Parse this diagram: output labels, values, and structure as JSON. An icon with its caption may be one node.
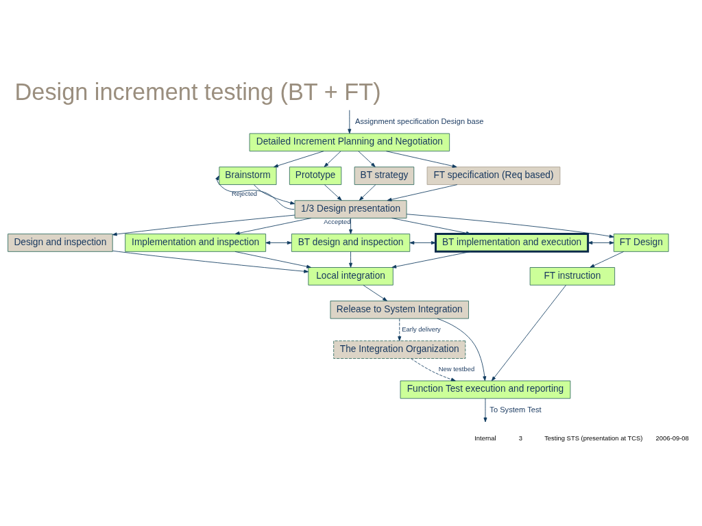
{
  "diagram": {
    "title": "Design increment testing (BT + FT)",
    "nodes": [
      {
        "text": [
          "Detailed Increment Planning and Negotiation"
        ]
      },
      {
        "text": [
          "Brainstorm"
        ]
      },
      {
        "text": [
          "Prototype"
        ]
      },
      {
        "text": [
          "BT strategy"
        ]
      },
      {
        "text": [
          "FT specification (Req based)"
        ]
      },
      {
        "text": [
          "1/3 Design presentation"
        ]
      },
      {
        "text": [
          "Design and inspection"
        ]
      },
      {
        "text": [
          "Implementation and inspection"
        ]
      },
      {
        "text": [
          "BT design and inspection"
        ]
      },
      {
        "text": [
          "BT implementation and execution"
        ]
      },
      {
        "text": [
          "FT Design"
        ]
      },
      {
        "text": [
          "Local integration"
        ]
      },
      {
        "text": [
          "FT instruction"
        ]
      },
      {
        "text": [
          "Release to System Integration"
        ]
      },
      {
        "text": [
          "The Integration Organization"
        ]
      },
      {
        "text": [
          "Function Test execution and reporting"
        ]
      }
    ],
    "edges": [
      {
        "from": null,
        "to": 0,
        "arrow": "to",
        "label": "Assignment specification Design base"
      },
      {
        "from": 0,
        "to": 1,
        "arrow": "to"
      },
      {
        "from": 0,
        "to": 2,
        "arrow": "to"
      },
      {
        "from": 0,
        "to": 3,
        "arrow": "to"
      },
      {
        "from": 0,
        "to": 4,
        "arrow": "to"
      },
      {
        "from": 1,
        "to": 5,
        "arrow": "to"
      },
      {
        "from": 2,
        "to": 5,
        "arrow": "to"
      },
      {
        "from": 3,
        "to": 5,
        "arrow": "to"
      },
      {
        "from": 4,
        "to": 5,
        "arrow": "to"
      },
      {
        "from": 5,
        "to": 1,
        "arrow": "to",
        "label": "Rejected"
      },
      {
        "from": 5,
        "to": 6,
        "arrow": "to"
      },
      {
        "from": 5,
        "to": 7,
        "arrow": "to"
      },
      {
        "from": 5,
        "to": 8,
        "arrow": "to",
        "label": "Accepted"
      },
      {
        "from": 5,
        "to": 9,
        "arrow": "to"
      },
      {
        "from": 5,
        "to": 10,
        "arrow": "to"
      },
      {
        "from": 7,
        "to": 8,
        "arrow": "both"
      },
      {
        "from": 8,
        "to": 9,
        "arrow": "both"
      },
      {
        "from": 9,
        "to": 10,
        "arrow": "both"
      },
      {
        "from": 6,
        "to": 11,
        "arrow": "to"
      },
      {
        "from": 7,
        "to": 11,
        "arrow": "to"
      },
      {
        "from": 8,
        "to": 11,
        "arrow": "to"
      },
      {
        "from": 9,
        "to": 11,
        "arrow": "to"
      },
      {
        "from": 10,
        "to": 12,
        "arrow": "to"
      },
      {
        "from": 11,
        "to": 13,
        "arrow": "to"
      },
      {
        "from": 13,
        "to": 14,
        "arrow": "to",
        "label": "Early delivery",
        "style": "dashed"
      },
      {
        "from": 13,
        "to": 15,
        "arrow": "to"
      },
      {
        "from": 12,
        "to": 15,
        "arrow": "to"
      },
      {
        "from": 14,
        "to": 15,
        "arrow": "to",
        "label": "New testbed",
        "style": "dashed"
      },
      {
        "from": 15,
        "to": null,
        "arrow": "to",
        "label": "To System Test"
      }
    ],
    "labels": [
      "Internal",
      "3",
      "Testing STS (presentation at TCS)",
      "2006-09-08"
    ]
  }
}
